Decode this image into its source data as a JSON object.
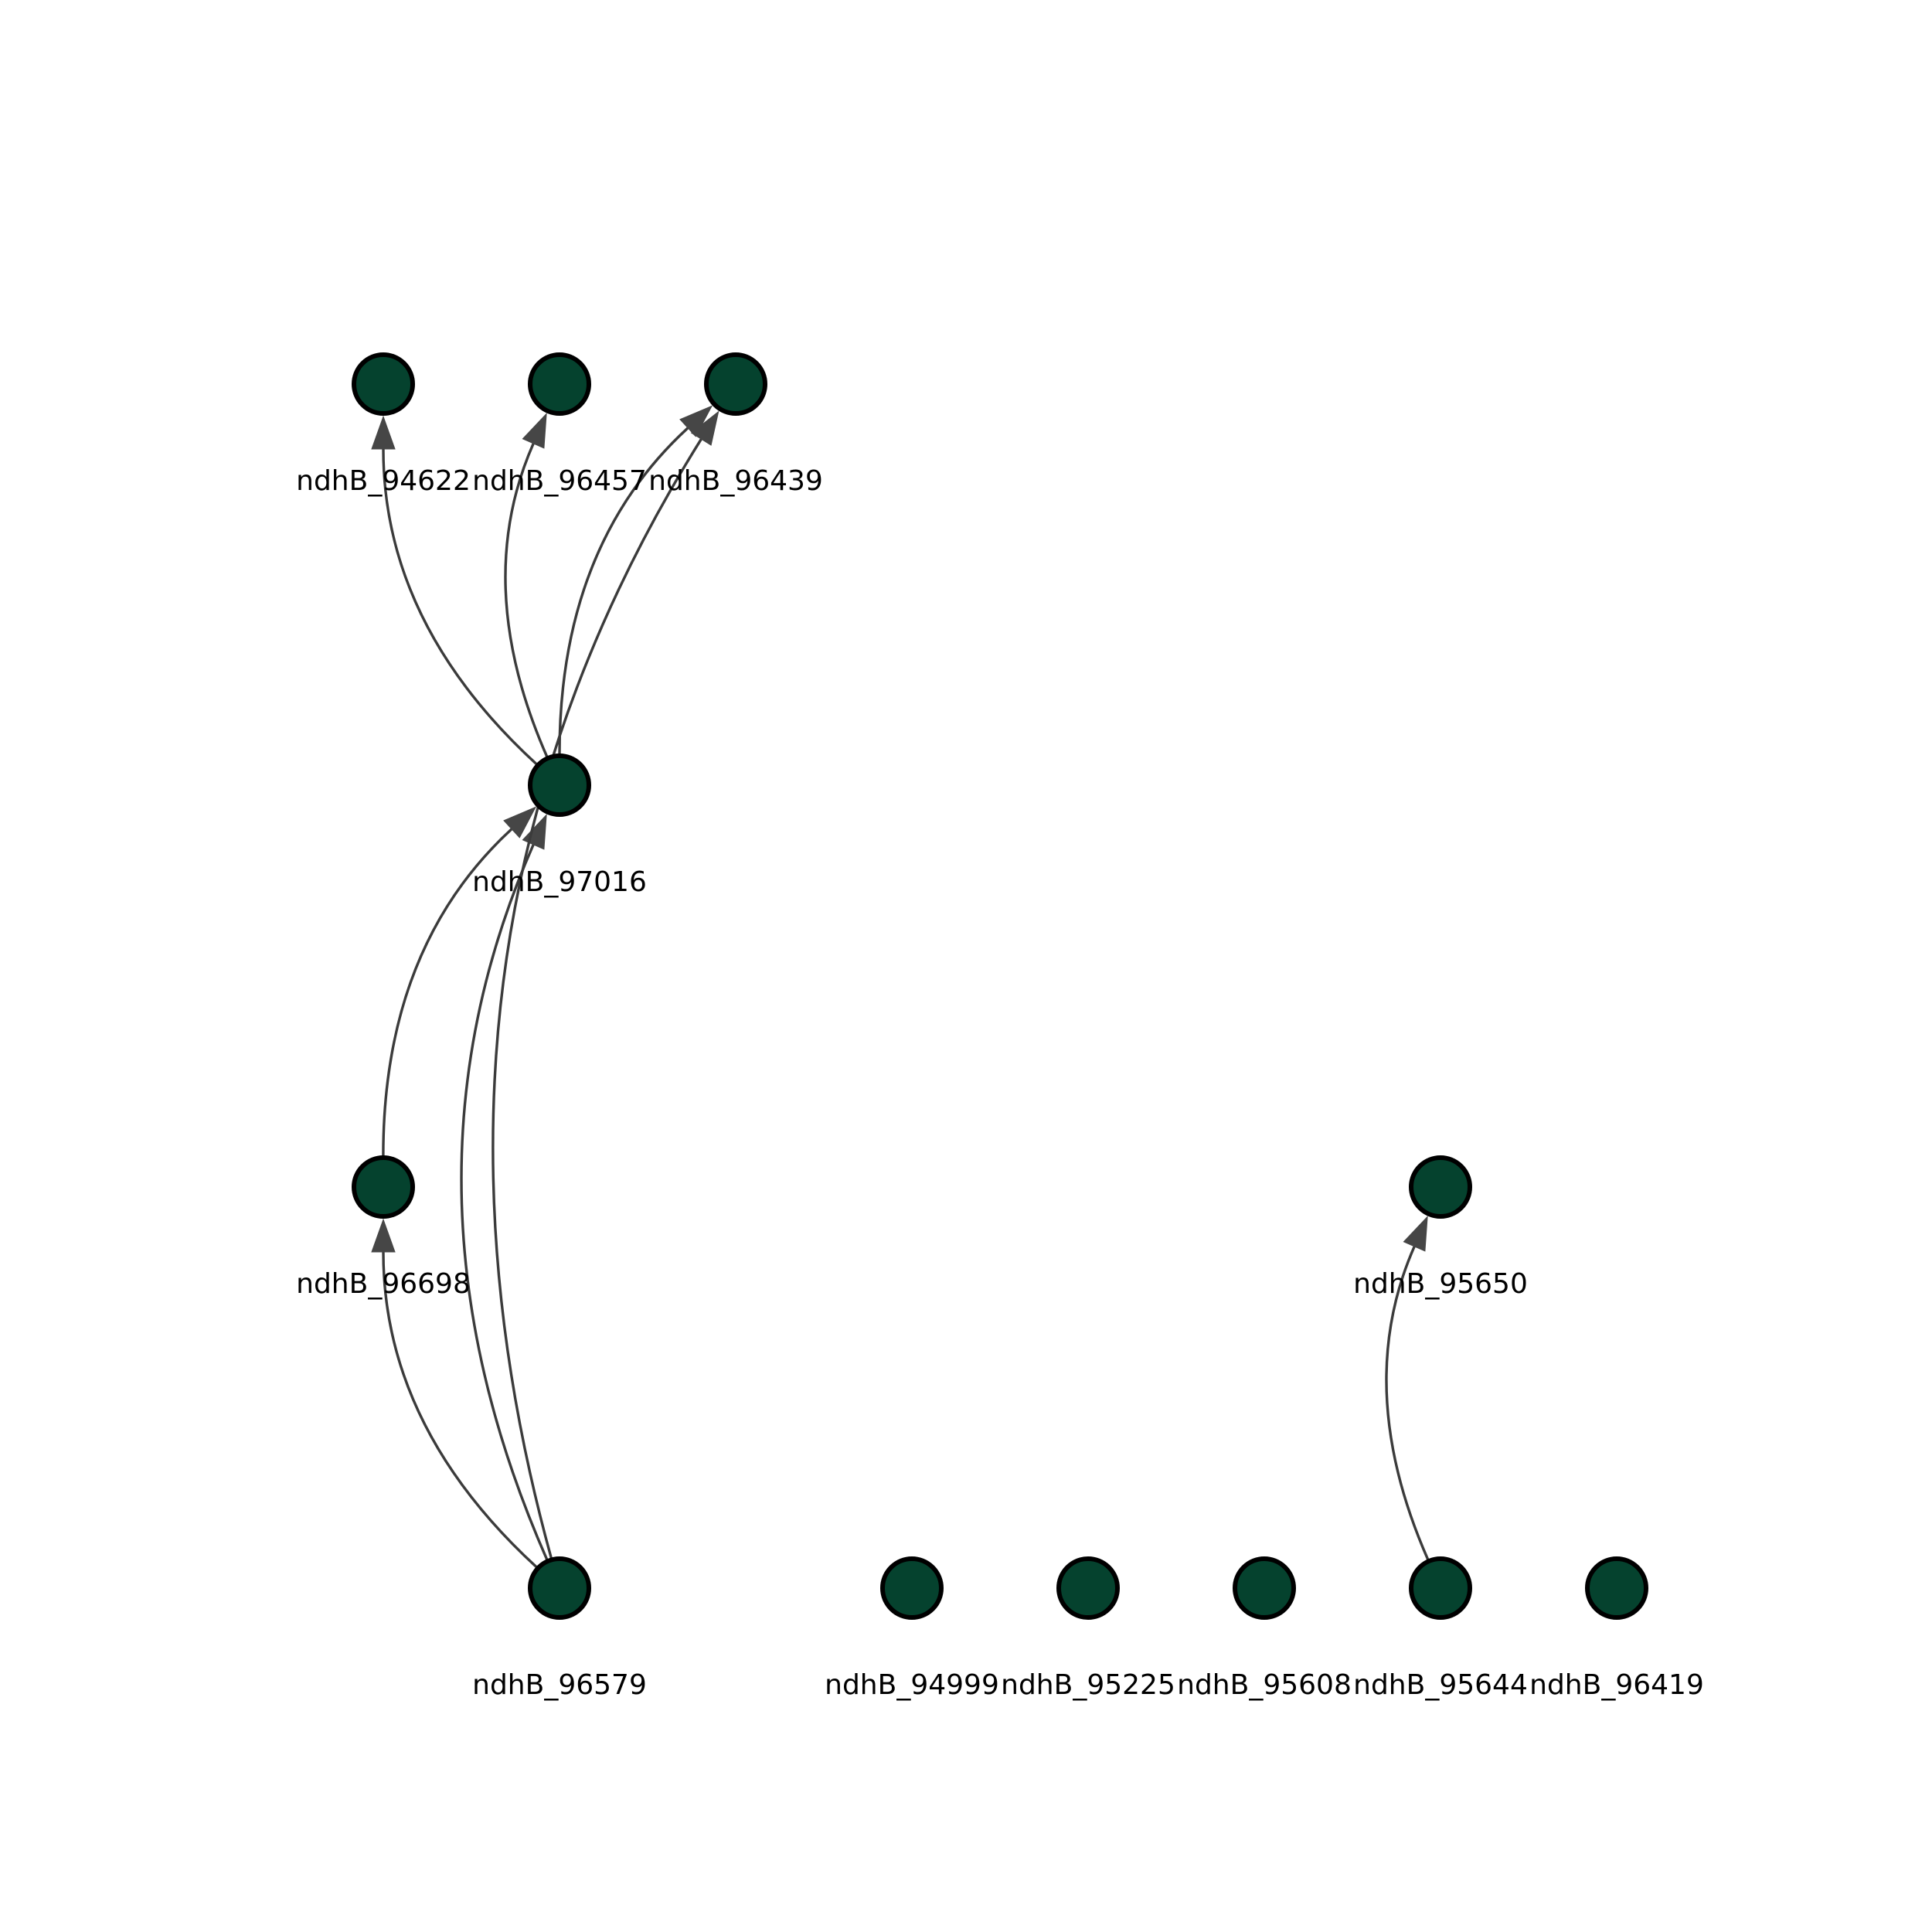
{
  "diagram": {
    "type": "directed-graph",
    "colors": {
      "node_fill": "#05422e",
      "node_stroke": "#000000",
      "edge": "#3b3b3b",
      "arrowhead": "#464646",
      "label": "#000000",
      "background": "#ffffff"
    },
    "nodes": [
      {
        "id": "ndhB_94622",
        "label": "ndhB_94622"
      },
      {
        "id": "ndhB_96457",
        "label": "ndhB_96457"
      },
      {
        "id": "ndhB_96439",
        "label": "ndhB_96439"
      },
      {
        "id": "ndhB_97016",
        "label": "ndhB_97016"
      },
      {
        "id": "ndhB_96698",
        "label": "ndhB_96698"
      },
      {
        "id": "ndhB_95650",
        "label": "ndhB_95650"
      },
      {
        "id": "ndhB_96579",
        "label": "ndhB_96579"
      },
      {
        "id": "ndhB_94999",
        "label": "ndhB_94999"
      },
      {
        "id": "ndhB_95225",
        "label": "ndhB_95225"
      },
      {
        "id": "ndhB_95608",
        "label": "ndhB_95608"
      },
      {
        "id": "ndhB_95644",
        "label": "ndhB_95644"
      },
      {
        "id": "ndhB_96419",
        "label": "ndhB_96419"
      }
    ],
    "edges": [
      {
        "from": "ndhB_97016",
        "to": "ndhB_94622"
      },
      {
        "from": "ndhB_97016",
        "to": "ndhB_96457"
      },
      {
        "from": "ndhB_97016",
        "to": "ndhB_96439"
      },
      {
        "from": "ndhB_96698",
        "to": "ndhB_97016"
      },
      {
        "from": "ndhB_96579",
        "to": "ndhB_96698"
      },
      {
        "from": "ndhB_96579",
        "to": "ndhB_97016"
      },
      {
        "from": "ndhB_96579",
        "to": "ndhB_96439"
      },
      {
        "from": "ndhB_95644",
        "to": "ndhB_95650"
      }
    ]
  }
}
